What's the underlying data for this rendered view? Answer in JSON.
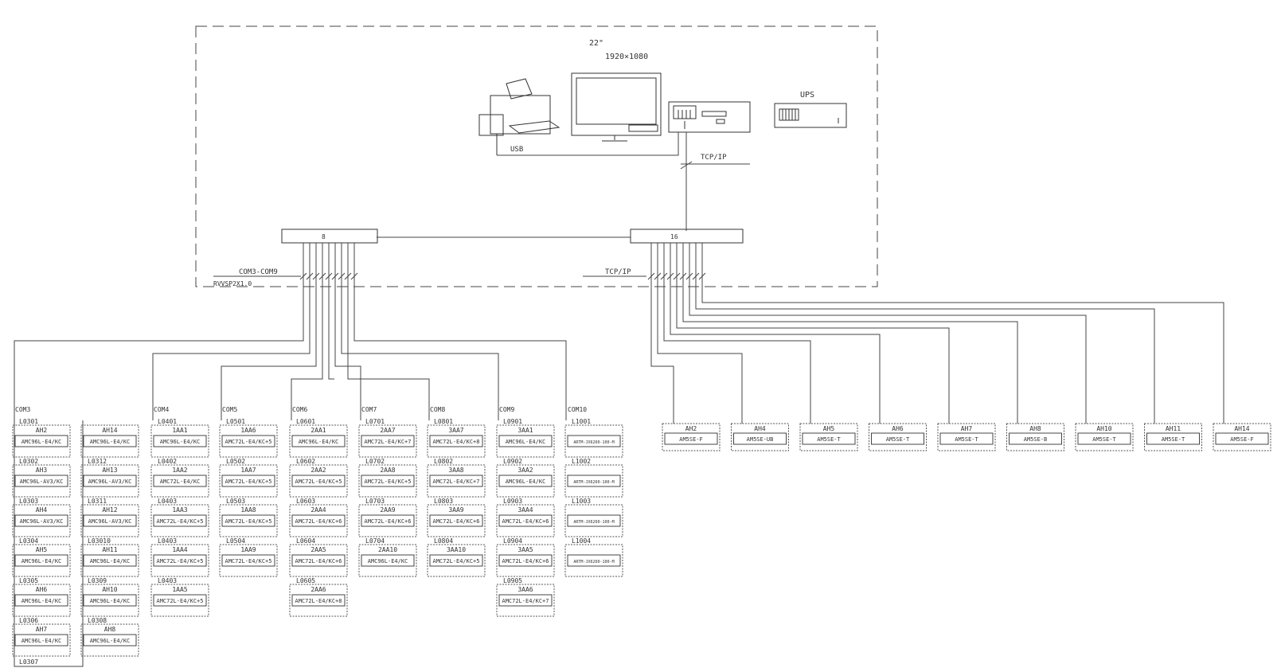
{
  "room": {
    "label": ""
  },
  "monitor": {
    "line1": "22\"",
    "line2": "1920×1080"
  },
  "printer": {
    "label": ""
  },
  "usb": {
    "label": "USB"
  },
  "host": {
    "label": ""
  },
  "ups": {
    "label": "UPS"
  },
  "net_top": {
    "line1": "TCP/IP",
    "line2": ""
  },
  "hub": {
    "label": "8",
    "model": ""
  },
  "switch": {
    "label": "16",
    "model": ""
  },
  "com_bus": {
    "line1": "COM3-COM9",
    "line2": "RVVSP2X1.0"
  },
  "net_bus": {
    "line1": "TCP/IP",
    "line2": ""
  },
  "com_groups": [
    {
      "name": "COM3",
      "items": [
        {
          "loop": "L0301",
          "tag": "AH2",
          "model": "AMC96L-E4/KC"
        },
        {
          "loop": "L0302",
          "tag": "AH3",
          "model": "AMC96L-AV3/KC"
        },
        {
          "loop": "L0303",
          "tag": "AH4",
          "model": "AMC96L-AV3/KC"
        },
        {
          "loop": "L0304",
          "tag": "AH5",
          "model": "AMC96L-E4/KC"
        },
        {
          "loop": "L0305",
          "tag": "AH6",
          "model": "AMC96L-E4/KC"
        },
        {
          "loop": "L0306",
          "tag": "AH7",
          "model": "AMC96L-E4/KC"
        }
      ],
      "trailer": "L0307"
    },
    {
      "name": "",
      "items": [
        {
          "loop": "",
          "tag": "AH14",
          "model": "AMC96L-E4/KC"
        },
        {
          "loop": "L0312",
          "tag": "AH13",
          "model": "AMC96L-AV3/KC"
        },
        {
          "loop": "L0311",
          "tag": "AH12",
          "model": "AMC96L-AV3/KC"
        },
        {
          "loop": "L03010",
          "tag": "AH11",
          "model": "AMC96L-E4/KC"
        },
        {
          "loop": "L0309",
          "tag": "AH10",
          "model": "AMC96L-E4/KC"
        },
        {
          "loop": "L0308",
          "tag": "AH8",
          "model": "AMC96L-E4/KC"
        }
      ],
      "trailer": ""
    },
    {
      "name": "COM4",
      "items": [
        {
          "loop": "L0401",
          "tag": "1AA1",
          "model": "AMC96L-E4/KC"
        },
        {
          "loop": "L0402",
          "tag": "1AA2",
          "model": "AMC72L-E4/KC"
        },
        {
          "loop": "L0403",
          "tag": "1AA3",
          "model": "AMC72L-E4/KC+5"
        },
        {
          "loop": "L0403",
          "tag": "1AA4",
          "model": "AMC72L-E4/KC+5"
        },
        {
          "loop": "L0403",
          "tag": "1AA5",
          "model": "AMC72L-E4/KC+5"
        }
      ],
      "trailer": ""
    },
    {
      "name": "COM5",
      "items": [
        {
          "loop": "L0501",
          "tag": "1AA6",
          "model": "AMC72L-E4/KC+5"
        },
        {
          "loop": "L0502",
          "tag": "1AA7",
          "model": "AMC72L-E4/KC+5"
        },
        {
          "loop": "L0503",
          "tag": "1AA8",
          "model": "AMC72L-E4/KC+5"
        },
        {
          "loop": "L0504",
          "tag": "1AA9",
          "model": "AMC72L-E4/KC+5"
        }
      ],
      "trailer": ""
    },
    {
      "name": "COM6",
      "items": [
        {
          "loop": "L0601",
          "tag": "2AA1",
          "model": "AMC96L-E4/KC"
        },
        {
          "loop": "L0602",
          "tag": "2AA2",
          "model": "AMC72L-E4/KC+5"
        },
        {
          "loop": "L0603",
          "tag": "2AA4",
          "model": "AMC72L-E4/KC+6"
        },
        {
          "loop": "L0604",
          "tag": "2AA5",
          "model": "AMC72L-E4/KC+6"
        },
        {
          "loop": "L0605",
          "tag": "2AA6",
          "model": "AMC72L-E4/KC+8"
        }
      ],
      "trailer": ""
    },
    {
      "name": "COM7",
      "items": [
        {
          "loop": "L0701",
          "tag": "2AA7",
          "model": "AMC72L-E4/KC+7"
        },
        {
          "loop": "L0702",
          "tag": "2AA8",
          "model": "AMC72L-E4/KC+5"
        },
        {
          "loop": "L0703",
          "tag": "2AA9",
          "model": "AMC72L-E4/KC+6"
        },
        {
          "loop": "L0704",
          "tag": "2AA10",
          "model": "AMC96L-E4/KC"
        }
      ],
      "trailer": ""
    },
    {
      "name": "COM8",
      "items": [
        {
          "loop": "L0801",
          "tag": "3AA7",
          "model": "AMC72L-E4/KC+8"
        },
        {
          "loop": "L0802",
          "tag": "3AA8",
          "model": "AMC72L-E4/KC+7"
        },
        {
          "loop": "L0803",
          "tag": "3AA9",
          "model": "AMC72L-E4/KC+6"
        },
        {
          "loop": "L0804",
          "tag": "3AA10",
          "model": "AMC72L-E4/KC+5"
        }
      ],
      "trailer": ""
    },
    {
      "name": "COM9",
      "items": [
        {
          "loop": "L0901",
          "tag": "3AA1",
          "model": "AMC96L-E4/KC"
        },
        {
          "loop": "L0902",
          "tag": "3AA2",
          "model": "AMC96L-E4/KC"
        },
        {
          "loop": "L0903",
          "tag": "3AA4",
          "model": "AMC72L-E4/KC+6"
        },
        {
          "loop": "L0904",
          "tag": "3AA5",
          "model": "AMC72L-E4/KC+6"
        },
        {
          "loop": "L0905",
          "tag": "3AA6",
          "model": "AMC72L-E4/KC+7"
        }
      ],
      "trailer": ""
    },
    {
      "name": "COM10",
      "items": [
        {
          "loop": "L1001",
          "tag": "",
          "model": "ARTM-JX6260-100-M"
        },
        {
          "loop": "L1002",
          "tag": "",
          "model": "ARTM-JX6260-100-M"
        },
        {
          "loop": "L1003",
          "tag": "",
          "model": "ARTM-JX6260-100-M"
        },
        {
          "loop": "L1004",
          "tag": "",
          "model": "ARTM-JX6260-100-M"
        }
      ],
      "trailer": ""
    }
  ],
  "eth_devices": [
    {
      "tag": "AH2",
      "model": "AM5SE-F"
    },
    {
      "tag": "AH4",
      "model": "AM5SE-UB"
    },
    {
      "tag": "AH5",
      "model": "AM5SE-T"
    },
    {
      "tag": "AH6",
      "model": "AM5SE-T"
    },
    {
      "tag": "AH7",
      "model": "AM5SE-T"
    },
    {
      "tag": "AH8",
      "model": "AM5SE-B"
    },
    {
      "tag": "AH10",
      "model": "AM5SE-T"
    },
    {
      "tag": "AH11",
      "model": "AM5SE-T"
    },
    {
      "tag": "AH14",
      "model": "AM5SE-F"
    }
  ]
}
